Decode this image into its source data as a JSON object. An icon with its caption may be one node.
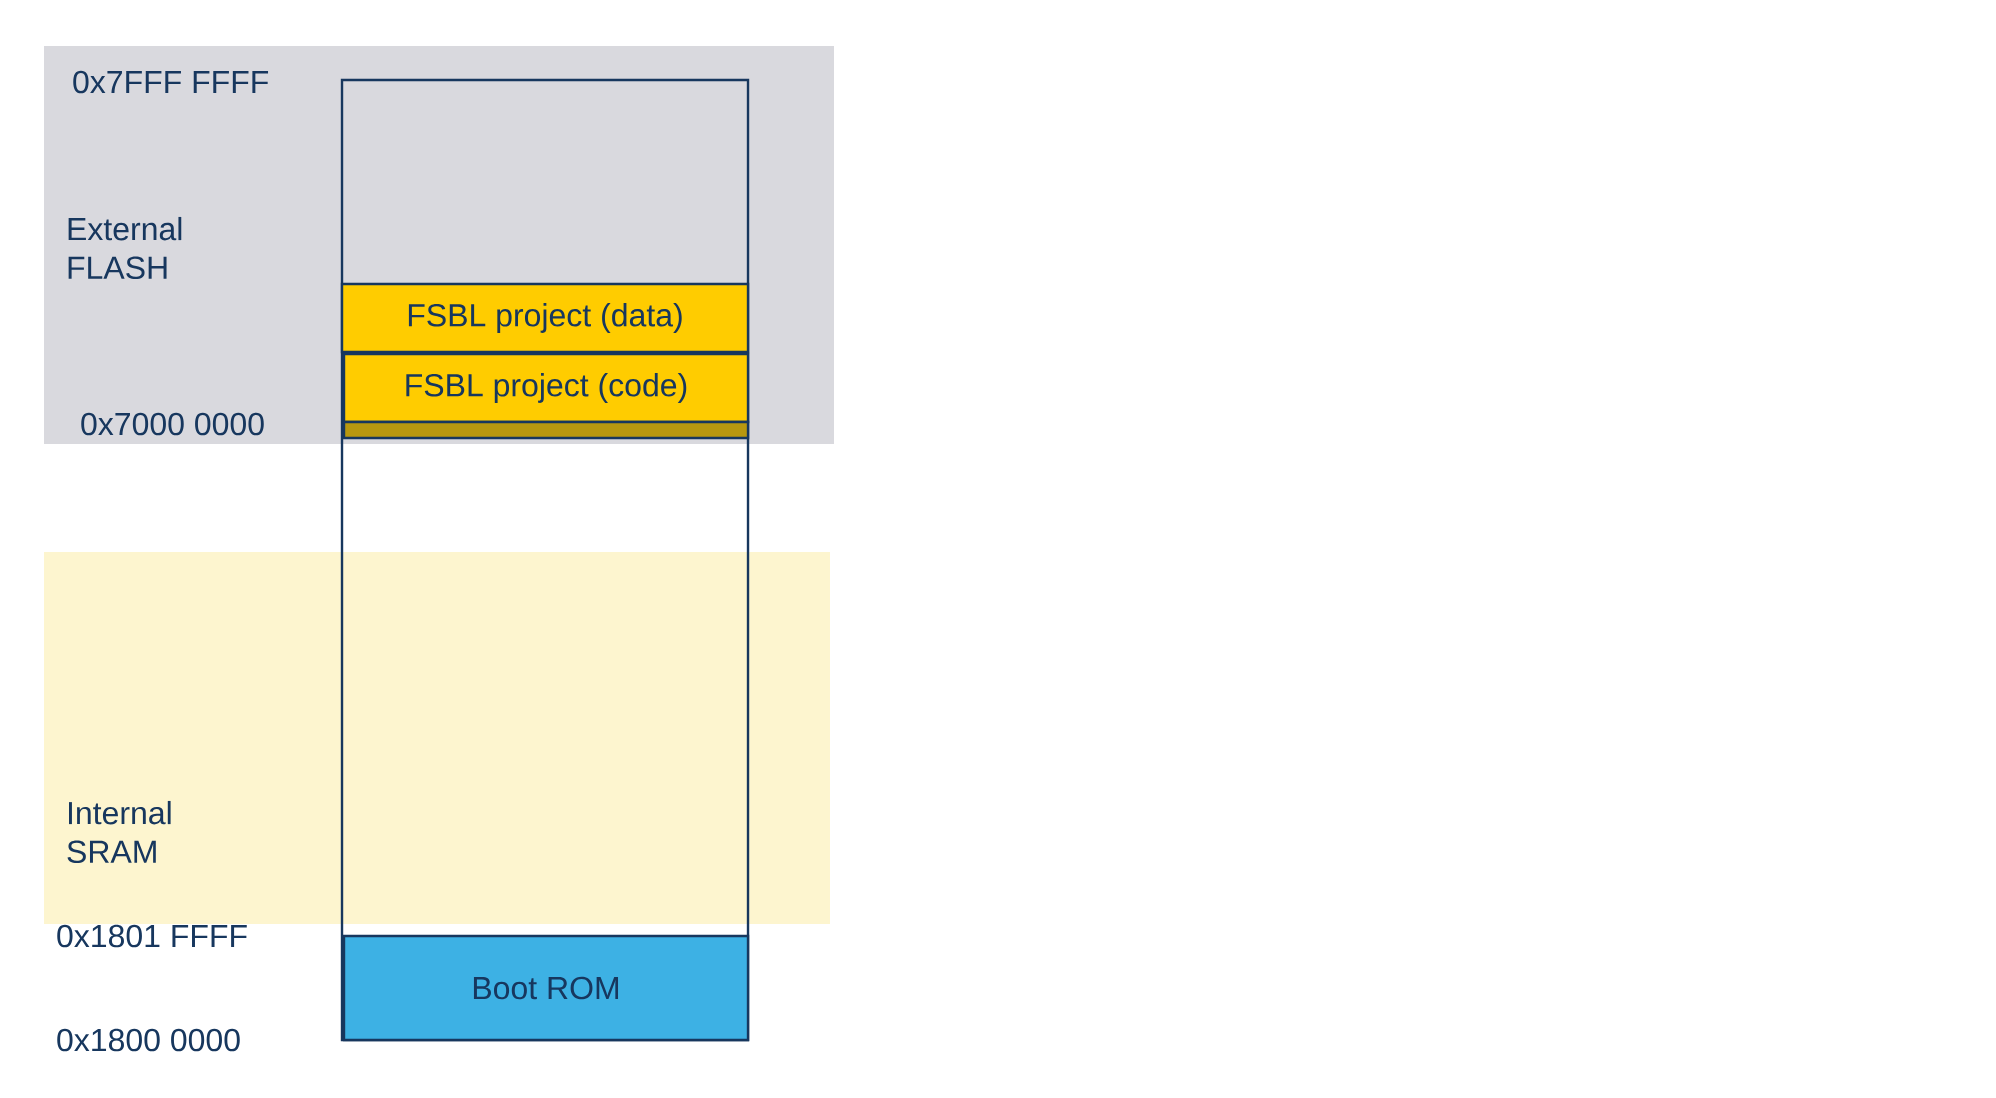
{
  "diagram": {
    "nodes": [
      {
        "text": [
          "External FLASH"
        ]
      },
      {
        "text": [
          "Internal SRAM"
        ]
      },
      {
        "text": [],
        "shape": "box"
      },
      {
        "text": [
          "FSBL project (data)"
        ]
      },
      {
        "text": [
          "FSBL project (code)"
        ]
      },
      {
        "text": [],
        "shape": "bar"
      },
      {
        "text": [
          "Boot ROM"
        ],
        "in": 2
      }
    ],
    "labels": [
      "0x7FFF FFFF",
      "0x7000 0000",
      "0x1801 FFFF",
      "0x1800 0000"
    ]
  }
}
